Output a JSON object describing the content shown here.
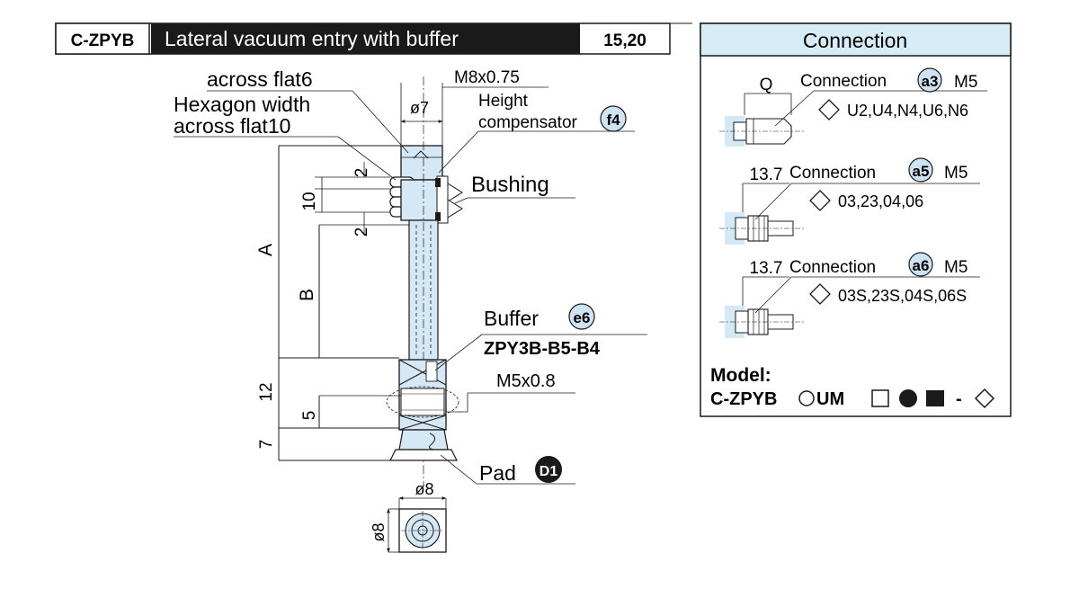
{
  "header": {
    "model_code": "C-ZPYB",
    "title": "Lateral vacuum entry with buffer",
    "sizes": "15,20"
  },
  "drawing": {
    "labels": {
      "across_flat_6": "across flat6",
      "hexagon_width": "Hexagon width",
      "across_flat_10": "across flat10",
      "thread_top": "M8x0.75",
      "dia_7": "ø7",
      "height_compensator_1": "Height",
      "height_compensator_2": "compensator",
      "badge_f4": "f4",
      "bushing": "Bushing",
      "buffer": "Buffer",
      "badge_e6": "e6",
      "buffer_model": "ZPY3B-B5-B4",
      "thread_port": "M5x0.8",
      "pad": "Pad",
      "badge_d1": "D1",
      "dia_8_top": "ø8",
      "dia_8_side": "ø8"
    },
    "dims": {
      "d2_top": "2",
      "d10": "10",
      "d2_bottom": "2",
      "dA": "A",
      "dB": "B",
      "d12": "12",
      "d5": "5",
      "d7": "7"
    }
  },
  "connection_panel": {
    "title": "Connection",
    "items": [
      {
        "dim": "Q",
        "label": "Connection",
        "badge": "a3",
        "thread": "M5",
        "options": "U2,U4,N4,U6,N6"
      },
      {
        "dim": "13.7",
        "label": "Connection",
        "badge": "a5",
        "thread": "M5",
        "options": "03,23,04,06"
      },
      {
        "dim": "13.7",
        "label": "Connection",
        "badge": "a6",
        "thread": "M5",
        "options": "03S,23S,04S,06S"
      }
    ],
    "model_label": "Model:",
    "model_code": "C-ZPYB",
    "model_um": "UM",
    "model_dash": "-"
  },
  "colors": {
    "header_dark": "#1a1a1a",
    "panel_header": "#d6ecf6",
    "part_fill": "#d4e8f5",
    "badge_fill": "#cfe4f2",
    "line": "#1a1a1a"
  }
}
